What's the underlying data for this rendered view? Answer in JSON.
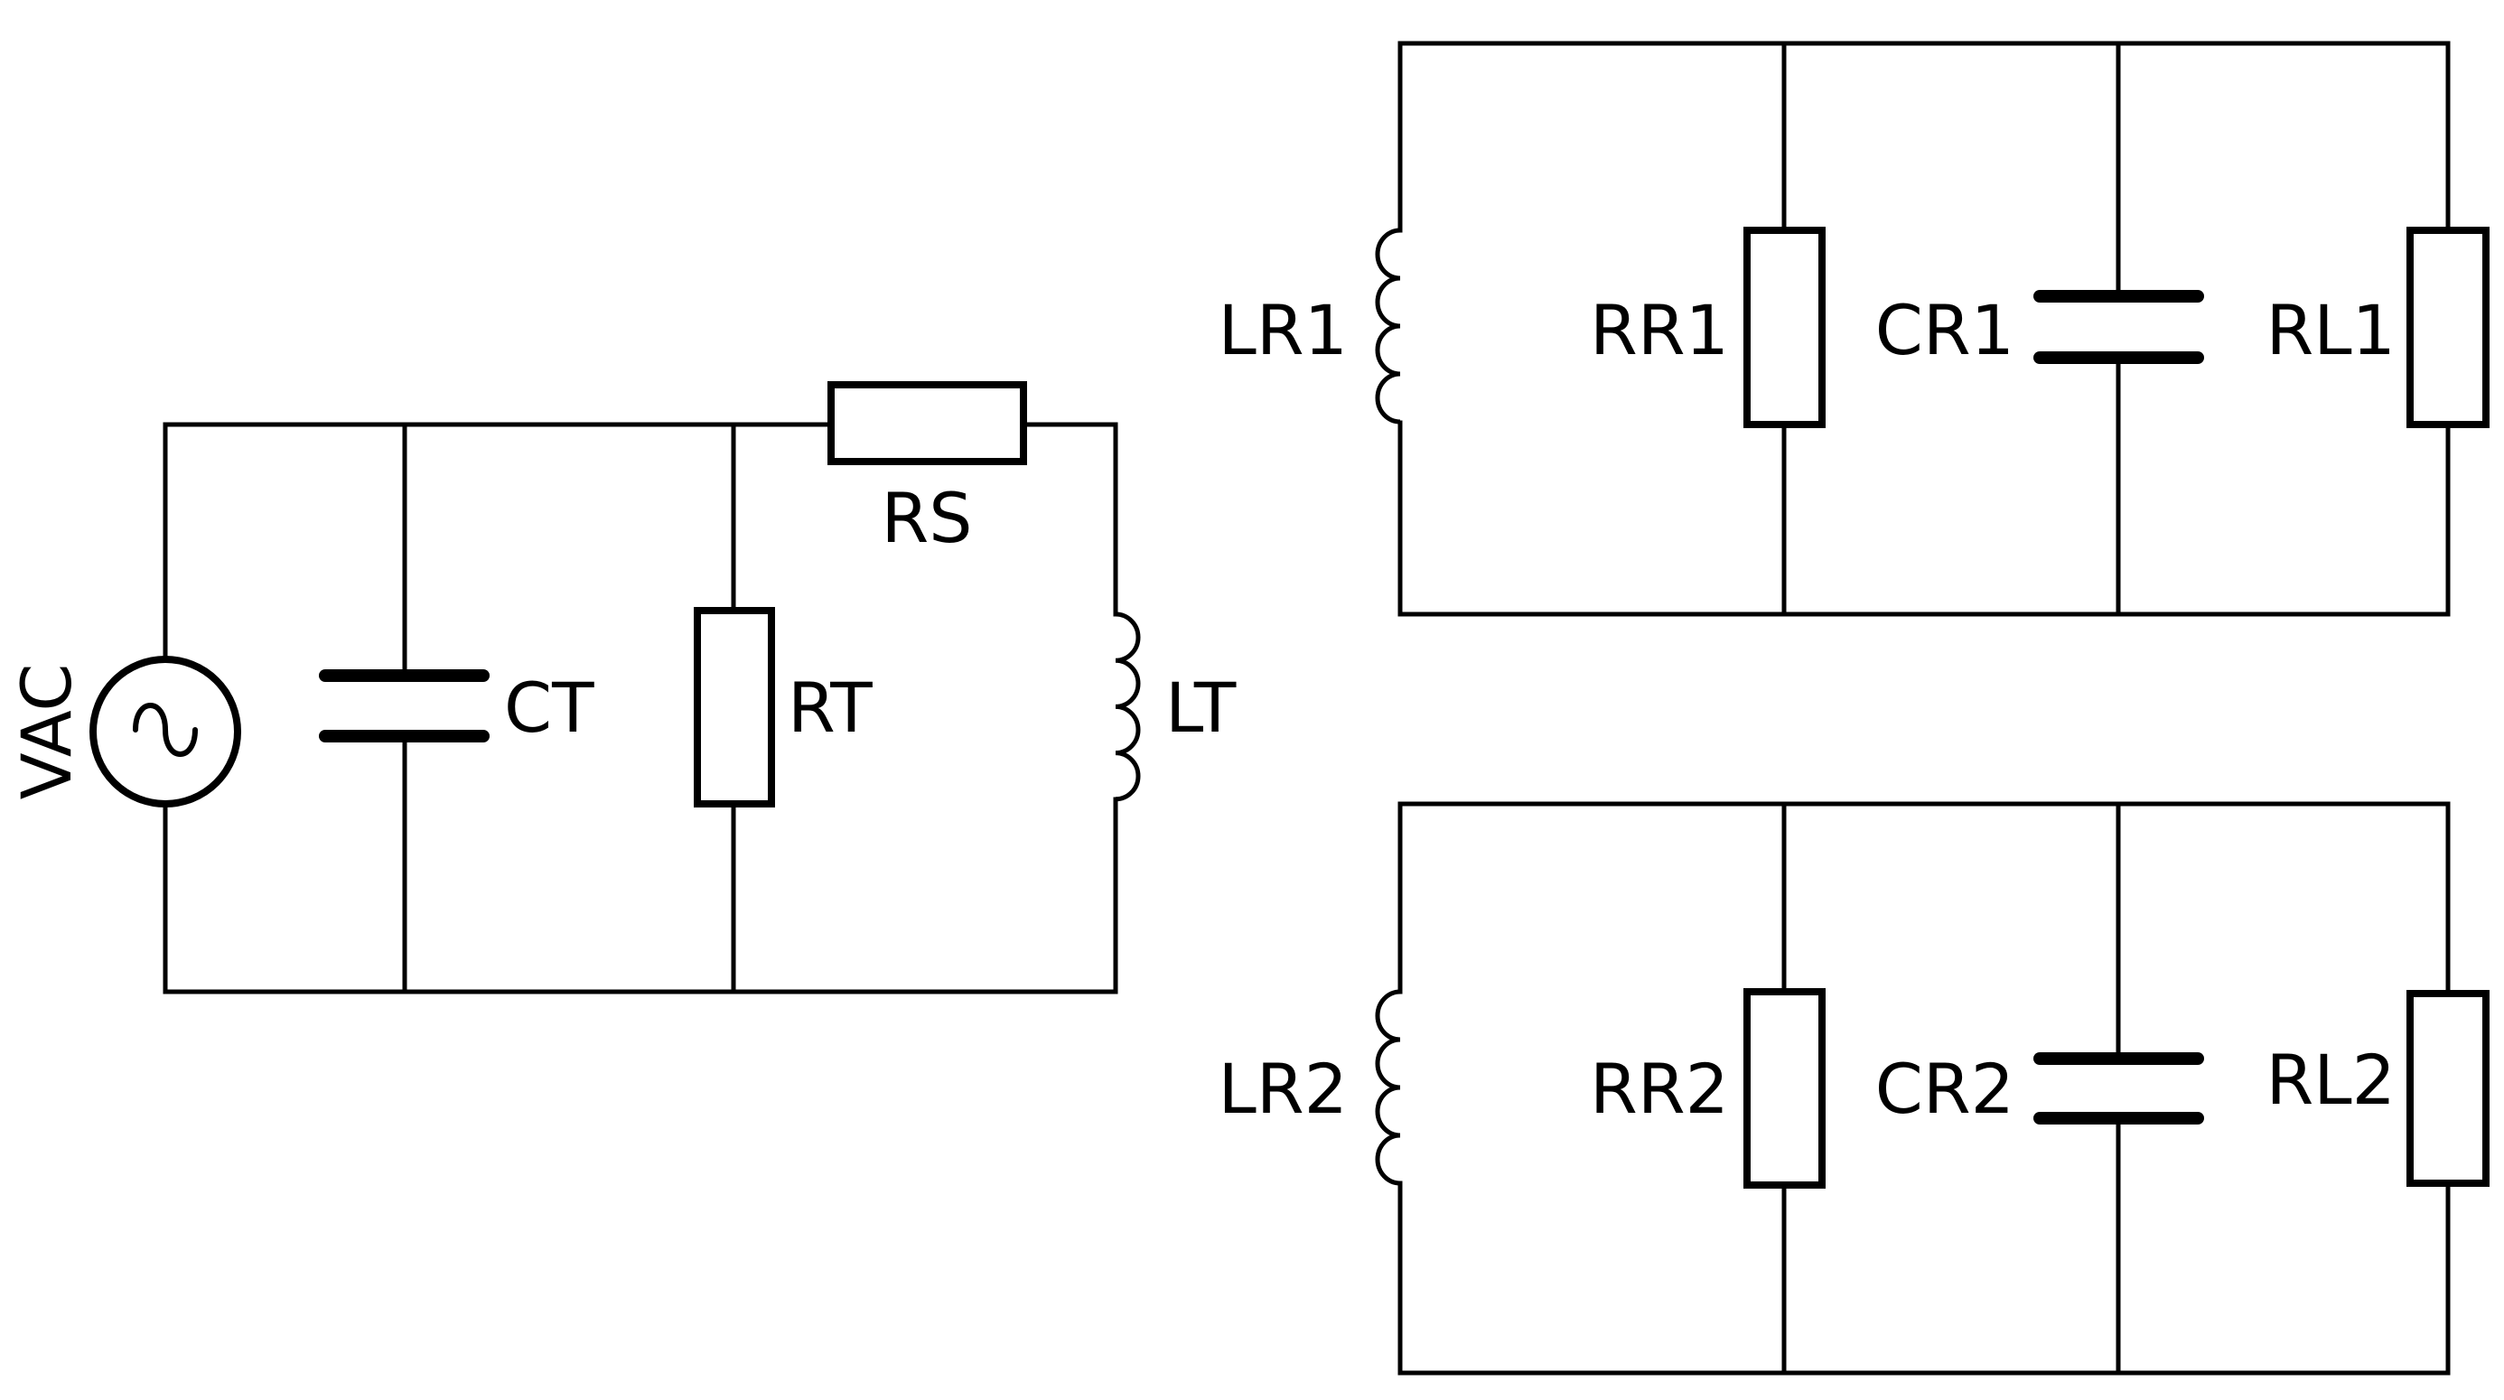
{
  "labels": {
    "vac": "VAC",
    "ct": "CT",
    "rt": "RT",
    "rs": "RS",
    "lt": "LT",
    "lr1": "LR1",
    "rr1": "RR1",
    "cr1": "CR1",
    "rl1": "RL1",
    "lr2": "LR2",
    "rr2": "RR2",
    "cr2": "CR2",
    "rl2": "RL2"
  }
}
